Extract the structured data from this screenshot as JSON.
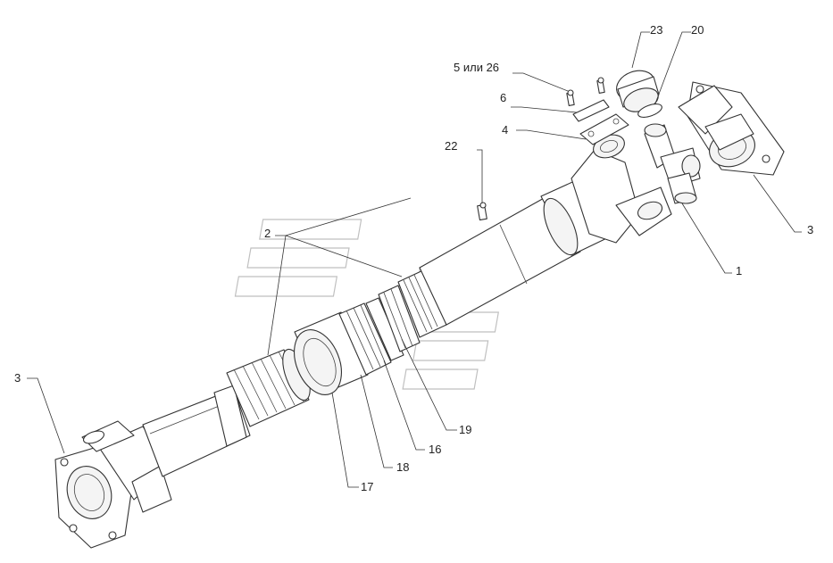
{
  "labels": {
    "l1": "1",
    "l2": "2",
    "l3_left": "3",
    "l3_right": "3",
    "l4": "4",
    "l5": "5 или 26",
    "l6": "6",
    "l16": "16",
    "l17": "17",
    "l18": "18",
    "l19": "19",
    "l20": "20",
    "l22": "22",
    "l23": "23"
  }
}
